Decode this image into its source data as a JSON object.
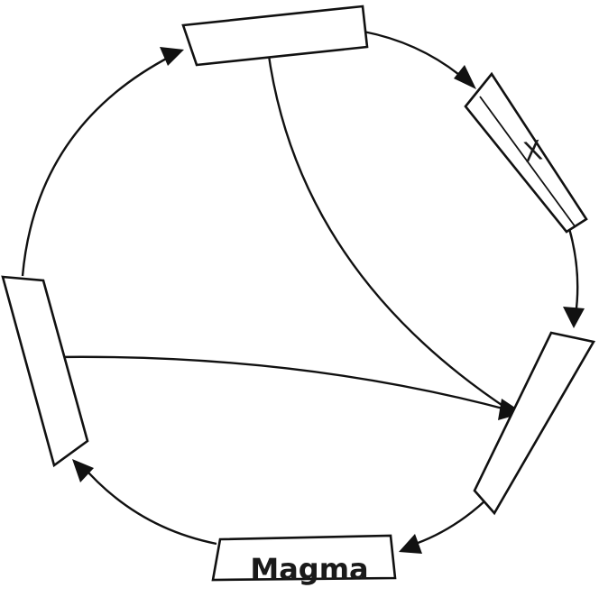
{
  "diagram": {
    "type": "cycle",
    "description_labels": {
      "box_top": "",
      "box_upper_right": "X",
      "box_right": "",
      "box_bottom": "Magma",
      "box_left": ""
    }
  }
}
